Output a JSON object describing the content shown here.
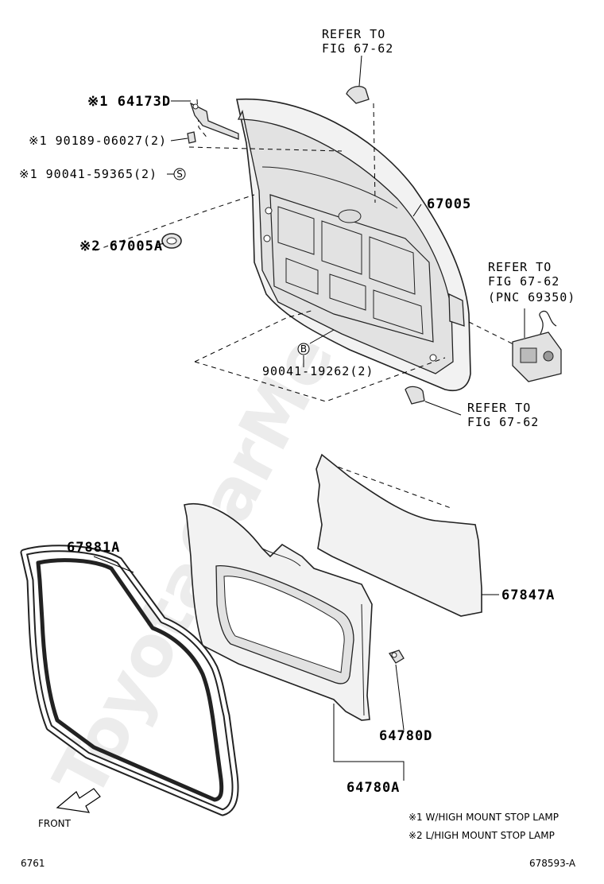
{
  "watermark": "ToyotaCarMe.ru",
  "refs": {
    "top": [
      "REFER TO",
      "FIG 67-62"
    ],
    "latch": [
      "REFER TO",
      "FIG 67-62",
      "(PNC 69350)"
    ],
    "lower": [
      "REFER TO",
      "FIG 67-62"
    ]
  },
  "parts": {
    "p64173D": "※1 64173D",
    "p90189": "※1 90189-06027(2)",
    "p90041a": "※1 90041-59365(2)",
    "p67005A": "※2 67005A",
    "p67005": "67005",
    "p90041b": "90041-19262(2)",
    "p67881A": "67881A",
    "p67847A": "67847A",
    "p64780D": "64780D",
    "p64780A": "64780A"
  },
  "callouts": {
    "s": "S",
    "b": "B"
  },
  "front_label": "FRONT",
  "notes": [
    "※1 W/HIGH MOUNT STOP LAMP",
    "※2 L/HIGH MOUNT STOP LAMP"
  ],
  "footer": {
    "left": "6761",
    "right": "678593-A"
  }
}
